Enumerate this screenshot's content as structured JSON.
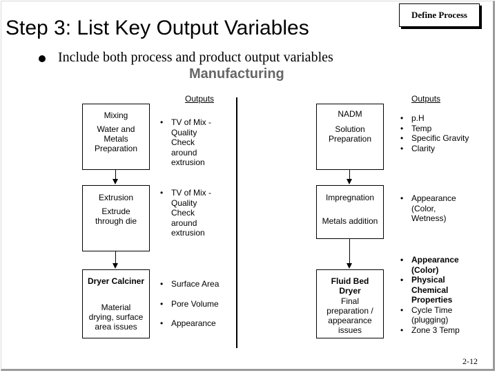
{
  "title": "Step 3:  List Key Output Variables",
  "badge": "Define Process",
  "bullet": "Include both process and product output variables",
  "subtitle": "Manufacturing",
  "outputs_header_left": "Outputs",
  "outputs_header_right": "Outputs",
  "left_steps": [
    {
      "name": "Mixing",
      "desc": [
        "Water and",
        "Metals",
        "Preparation"
      ],
      "outputs": [
        [
          "TV of Mix -",
          "Quality",
          "Check",
          "around",
          "extrusion"
        ]
      ]
    },
    {
      "name": "Extrusion",
      "desc": [
        "Extrude",
        "through die"
      ],
      "outputs": [
        [
          "TV of Mix -",
          "Quality",
          "Check",
          "around",
          "extrusion"
        ]
      ]
    },
    {
      "name": "Dryer Calciner",
      "desc": [
        "Material",
        "drying, surface",
        "area issues"
      ],
      "outputs": [
        [
          "Surface Area"
        ],
        [
          "Pore Volume"
        ],
        [
          "Appearance"
        ]
      ]
    }
  ],
  "right_steps": [
    {
      "name": "NADM",
      "desc": [
        "Solution",
        "Preparation"
      ],
      "outputs": [
        [
          "p.H"
        ],
        [
          "Temp"
        ],
        [
          "Specific Gravity"
        ],
        [
          "Clarity"
        ]
      ]
    },
    {
      "name": "Impregnation",
      "desc": [
        "Metals addition"
      ],
      "outputs": [
        [
          "Appearance",
          "(Color,",
          "Wetness)"
        ]
      ]
    },
    {
      "name": "Fluid Bed Dryer",
      "name_lines": [
        "Fluid Bed",
        "Dryer"
      ],
      "desc": [
        "Final",
        "preparation /",
        "appearance",
        "issues"
      ],
      "outputs": [
        [
          "Appearance",
          "(Color)"
        ],
        [
          "Physical",
          "Chemical",
          "Properties"
        ],
        [
          "Cycle Time",
          "(plugging)"
        ],
        [
          "Zone 3 Temp"
        ]
      ]
    }
  ],
  "page_number": "2-12"
}
